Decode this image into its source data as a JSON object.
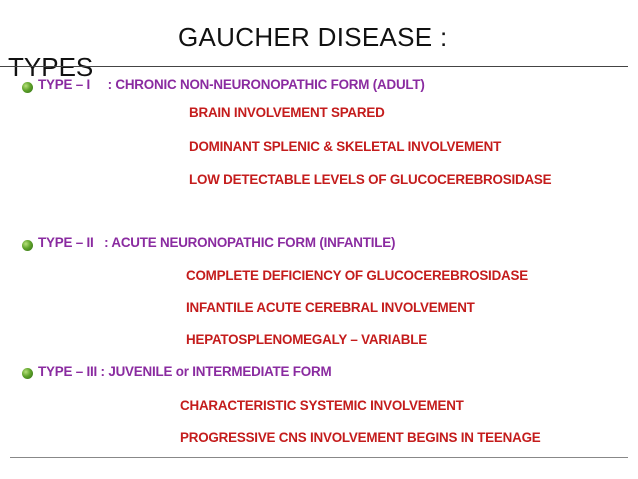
{
  "slide": {
    "title": "GAUCHER DISEASE :",
    "types_label": "TYPES"
  },
  "type1": {
    "heading": "TYPE – I     : CHRONIC NON-NEURONOPATHIC FORM (ADULT)",
    "points": [
      "BRAIN INVOLVEMENT SPARED",
      "DOMINANT SPLENIC & SKELETAL INVOLVEMENT",
      "LOW DETECTABLE LEVELS OF GLUCOCEREBROSIDASE"
    ]
  },
  "type2": {
    "heading": "TYPE – II   : ACUTE NEURONOPATHIC FORM (INFANTILE)",
    "points": [
      "COMPLETE DEFICIENCY OF GLUCOCEREBROSIDASE",
      "INFANTILE ACUTE CEREBRAL INVOLVEMENT",
      "HEPATOSPLENOMEGALY – VARIABLE"
    ]
  },
  "type3": {
    "heading": "TYPE – III : JUVENILE or INTERMEDIATE FORM",
    "points": [
      "CHARACTERISTIC SYSTEMIC INVOLVEMENT",
      "PROGRESSIVE CNS INVOLVEMENT BEGINS IN TEENAGE"
    ]
  },
  "colors": {
    "heading": "#8a2ba0",
    "point": "#c41c1c",
    "bullet": "#5fa32a"
  }
}
